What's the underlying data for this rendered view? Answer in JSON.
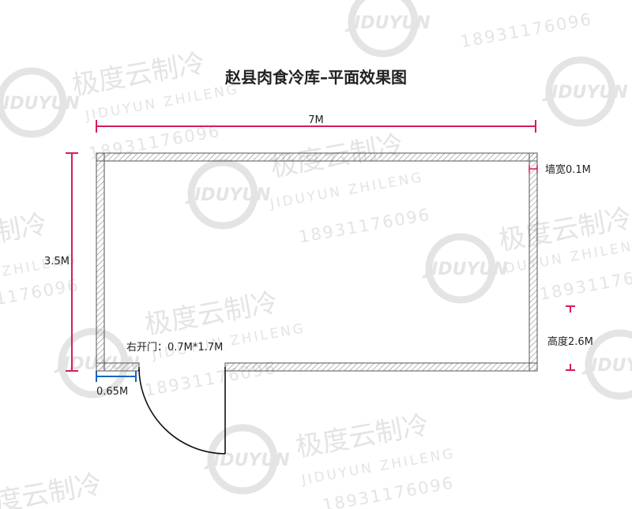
{
  "title": "赵县肉食冷库–平面效果图",
  "dimensions": {
    "width_label": "7M",
    "height_label": "3.5M",
    "wall_label": "墙宽0.1M",
    "ceiling_label": "高度2.6M",
    "door_label": "右开门：0.7M*1.7M",
    "offset_label": "0.65M"
  },
  "watermark": {
    "brand_cn": "极度云制冷",
    "brand_en": "JIDUYUN ZHILENG",
    "phone": "18931176096",
    "logo_text": "JIDUYUN"
  },
  "colors": {
    "dimension_line": "#d81b60",
    "offset_line": "#1565c0",
    "wall": "#555555",
    "watermark": "#e6e6e6"
  }
}
